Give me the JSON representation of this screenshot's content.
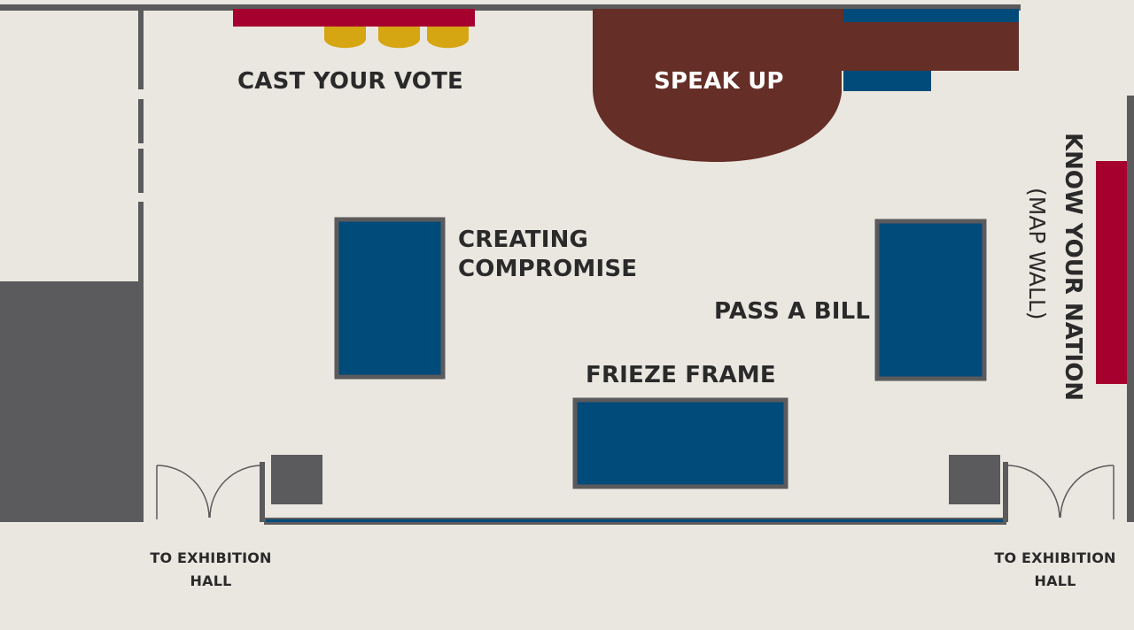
{
  "map": {
    "colors": {
      "background": "#eae7e0",
      "wall": "#5b5a5c",
      "exhibit_blue": "#004b7a",
      "accent_red": "#a6002e",
      "speak_up_brown": "#652e27",
      "seat_gold": "#d6a512"
    },
    "labels": {
      "cast_your_vote": "CAST YOUR VOTE",
      "speak_up": "SPEAK UP",
      "creating_compromise_line1": "CREATING",
      "creating_compromise_line2": "COMPROMISE",
      "pass_a_bill": "PASS A BILL",
      "frieze_frame": "FRIEZE FRAME",
      "know_your_nation": "KNOW YOUR NATION",
      "map_wall": "(MAP WALL)",
      "exit_left_line1": "TO EXHIBITION",
      "exit_left_line2": "HALL",
      "exit_right_line1": "TO EXHIBITION",
      "exit_right_line2": "HALL"
    }
  }
}
